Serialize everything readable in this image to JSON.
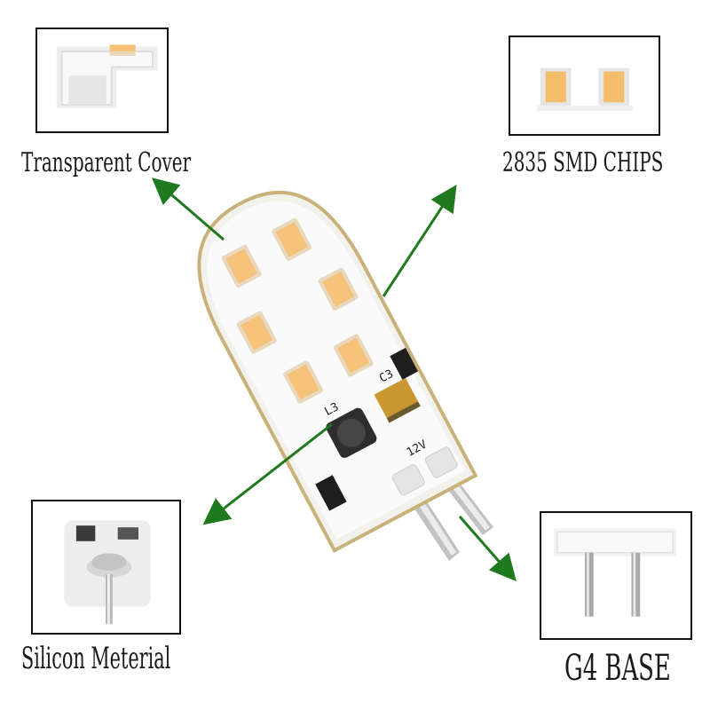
{
  "callouts": {
    "transparent_cover": "Transparent Cover",
    "smd_chips": "2835 SMD CHIPS",
    "silicon_material": "Silicon Meterial",
    "g4_base": "G4 BASE"
  },
  "board_marks": {
    "c3": "C3",
    "l3": "L3",
    "voltage": "12V"
  },
  "colors": {
    "arrow": "#1f7a1f",
    "led_chip": "#f6c27a",
    "silicone_edge": "#c9b27a",
    "inset_border": "#111111"
  },
  "icons": {
    "arrow_head": "arrow-head-icon"
  }
}
